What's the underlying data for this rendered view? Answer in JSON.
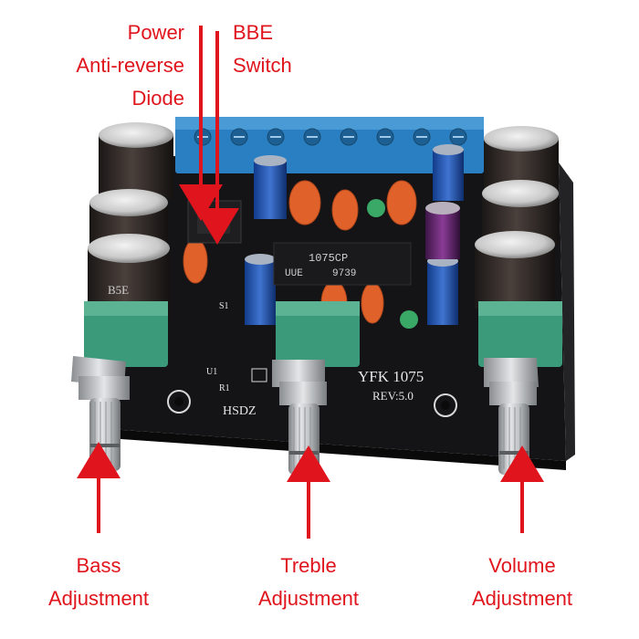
{
  "callouts": {
    "power_diode": {
      "lines": [
        "Power",
        "Anti-reverse",
        "Diode"
      ]
    },
    "bbe_switch": {
      "lines": [
        "BBE",
        "Switch"
      ]
    },
    "bass": {
      "lines": [
        "Bass",
        "Adjustment"
      ]
    },
    "treble": {
      "lines": [
        "Treble",
        "Adjustment"
      ]
    },
    "volume": {
      "lines": [
        "Volume",
        "Adjustment"
      ]
    }
  },
  "board_markings": {
    "model": "YFK  1075",
    "revision": "REV:5.0",
    "brand": "HSDZ",
    "r1": "R1",
    "u1": "U1",
    "s1": "S1"
  },
  "chip": {
    "part": "1075CP",
    "code": "9739"
  },
  "colors": {
    "callout_red": "#e0141c",
    "pcb_black": "#141416",
    "terminal_blue": "#2a7fc2",
    "pot_green": "#3a9a7a",
    "capacitor_black": "#2a2523"
  }
}
